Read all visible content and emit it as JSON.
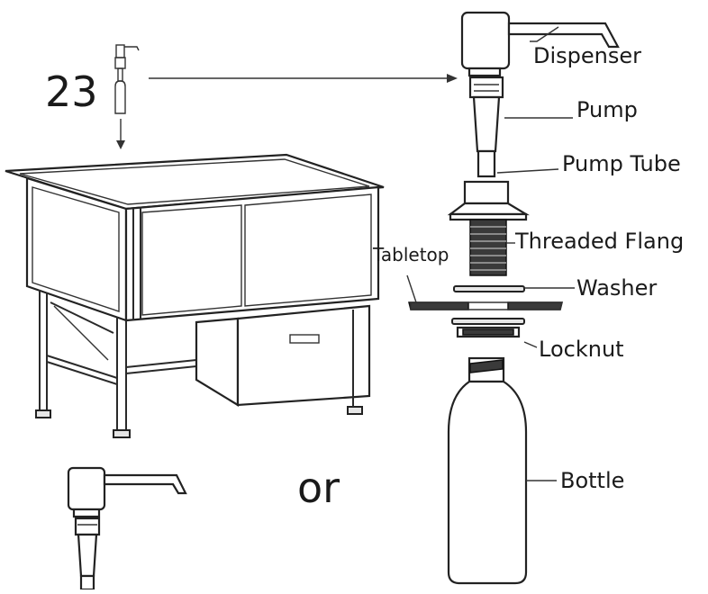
{
  "step_number": "23",
  "or_text": "or",
  "labels": {
    "dispenser": "Dispenser",
    "pump": "Pump",
    "pump_tube": "Pump Tube",
    "threaded_flange": "Threaded Flang",
    "tabletop": "Tabletop",
    "washer": "Washer",
    "locknut": "Locknut",
    "bottle": "Bottle"
  }
}
